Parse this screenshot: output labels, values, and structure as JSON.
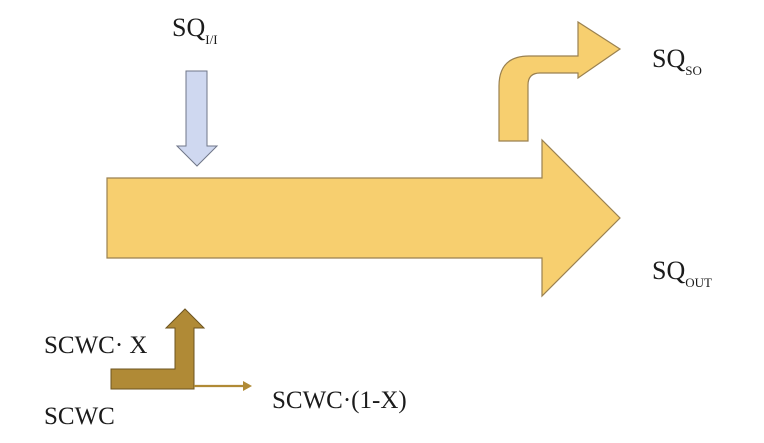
{
  "labels": {
    "sq_ii": {
      "main": "SQ",
      "sub": "I/I"
    },
    "sq_so": {
      "main": "SQ",
      "sub": "SO"
    },
    "sq_out": {
      "main": "SQ",
      "sub": "OUT"
    },
    "scwc_x": "SCWC· X",
    "scwc_1mx": "SCWC·(1-X)",
    "scwc": "SCWC"
  },
  "colors": {
    "main_flow": "#f7cf6f",
    "main_flow_edge": "#9a8150",
    "inflow": "#cfd8f0",
    "inflow_edge": "#6f7688",
    "sludge": "#b08a36",
    "sludge_edge": "#6d5420"
  }
}
